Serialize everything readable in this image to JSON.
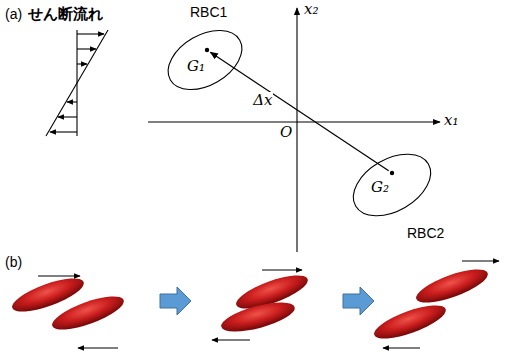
{
  "diagram": {
    "nodes": [
      {
        "text": [
          "RBC1",
          "G₁"
        ]
      },
      {
        "text": [
          "G₂",
          "RBC2"
        ]
      }
    ],
    "edges": [
      {
        "from": 1,
        "to": 0,
        "arrow": "to",
        "label": "Δx"
      }
    ],
    "labels": [
      "(a)",
      "せん断流れ",
      "x₁",
      "x₂",
      "O",
      "(b)"
    ]
  }
}
